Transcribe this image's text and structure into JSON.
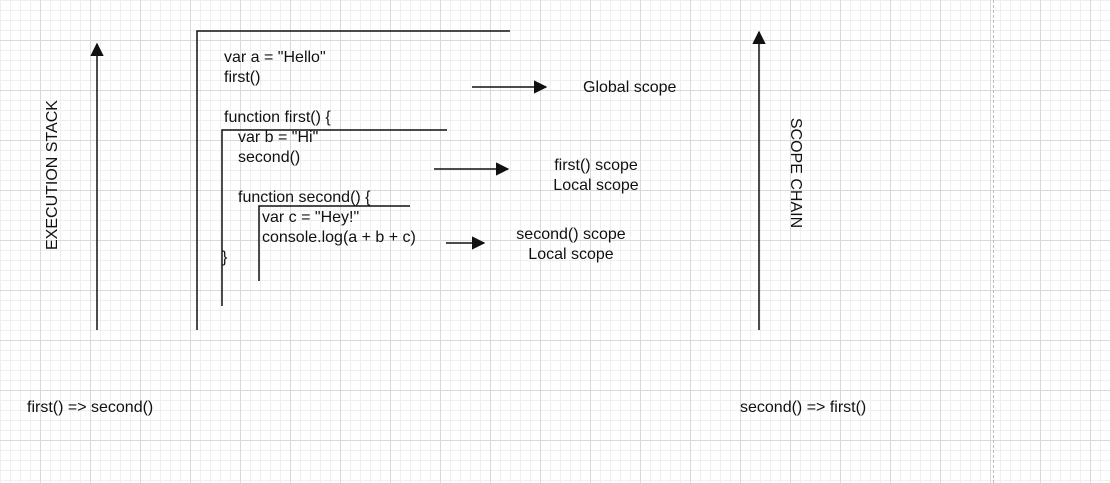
{
  "labels": {
    "execution_stack": "EXECUTION STACK",
    "scope_chain": "SCOPE CHAIN",
    "execution_order": "first() => second()",
    "scope_chain_order": "second() => first()"
  },
  "code": {
    "global_line1": "var a = \"Hello\"",
    "global_line2": "first()",
    "first_decl": "function first() {",
    "first_line1": "var b = \"Hi\"",
    "first_line2": "second()",
    "second_decl": "function second() {",
    "second_line1": "var c = \"Hey!\"",
    "second_line2": "console.log(a + b + c)",
    "close_brace": "}"
  },
  "scopes": {
    "global": "Global scope",
    "first_title": "first() scope",
    "first_subtitle": "Local scope",
    "second_title": "second() scope",
    "second_subtitle": "Local scope"
  }
}
